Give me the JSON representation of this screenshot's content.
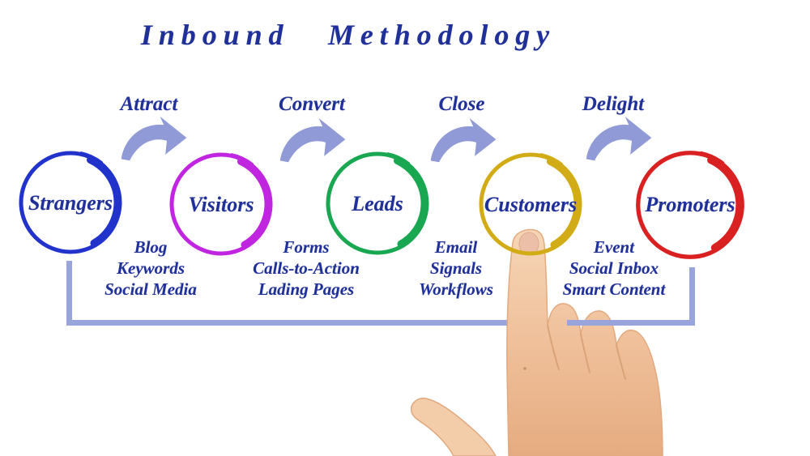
{
  "title": "Inbound Methodology",
  "colors": {
    "text_navy": "#203099",
    "arrow_periwinkle": "#8f9ad6",
    "bracket_periwinkle": "#9aa4dc",
    "strangers_blue": "#2233cc",
    "visitors_magenta": "#c026e0",
    "leads_green": "#19a751",
    "customers_gold": "#d2ac17",
    "promoters_red": "#d92121"
  },
  "stages": [
    {
      "label": "Strangers",
      "color": "#2233cc"
    },
    {
      "label": "Visitors",
      "color": "#c026e0"
    },
    {
      "label": "Leads",
      "color": "#19a751"
    },
    {
      "label": "Customers",
      "color": "#d2ac17"
    },
    {
      "label": "Promoters",
      "color": "#d92121"
    }
  ],
  "transitions": [
    {
      "label": "Attract",
      "tools": [
        "Blog",
        "Keywords",
        "Social Media"
      ]
    },
    {
      "label": "Convert",
      "tools": [
        "Forms",
        "Calls-to-Action",
        "Lading Pages"
      ]
    },
    {
      "label": "Close",
      "tools": [
        "Email",
        "Signals",
        "Workflows"
      ]
    },
    {
      "label": "Delight",
      "tools": [
        "Event",
        "Social Inbox",
        "Smart Content"
      ]
    }
  ]
}
